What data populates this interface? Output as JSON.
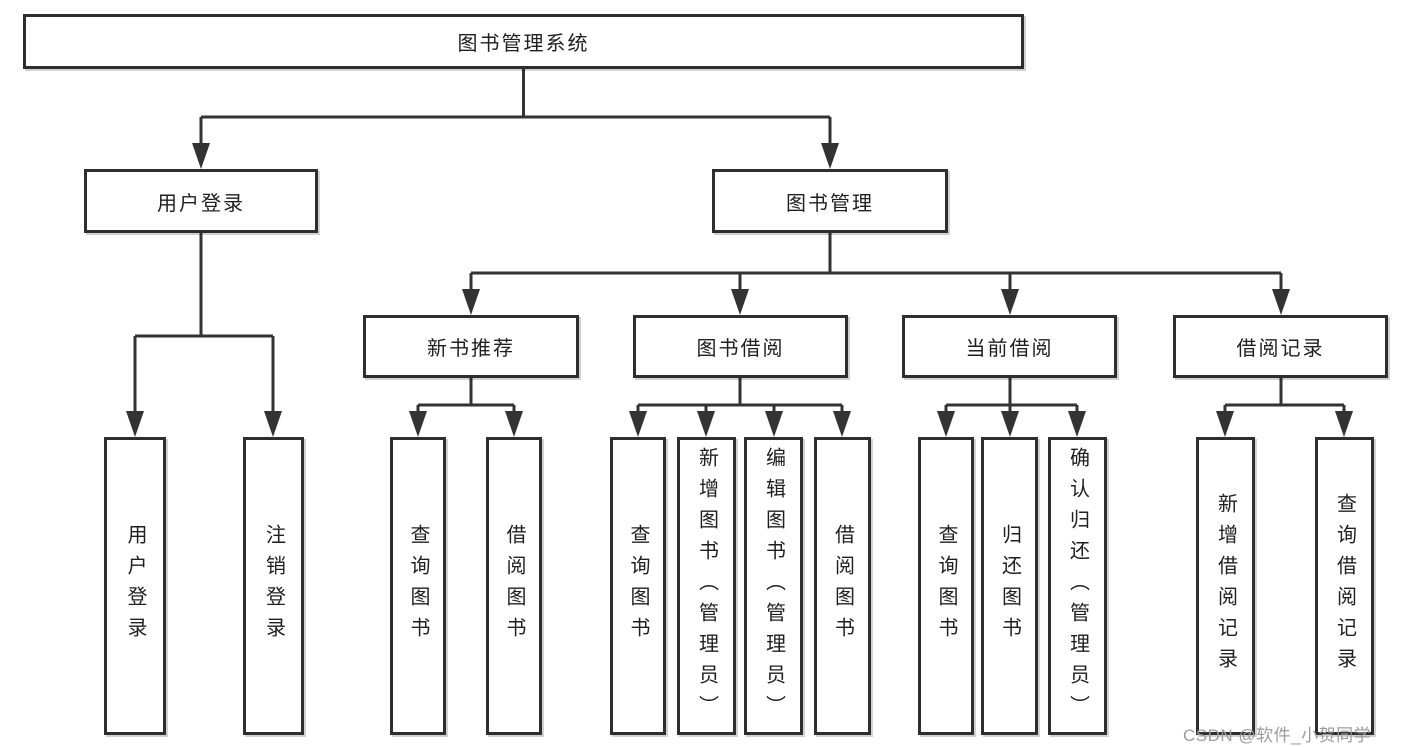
{
  "diagram_title": "图书管理系统",
  "nodes": {
    "root": "图书管理系统",
    "user_login": "用户登录",
    "book_mgmt": "图书管理",
    "new_book": "新书推荐",
    "book_borrow": "图书借阅",
    "current_borrow": "当前借阅",
    "borrow_record": "借阅记录"
  },
  "leaves": [
    "用户登录",
    "注销登录",
    "查询图书",
    "借阅图书",
    "查询图书",
    "新增图书（管理员）",
    "编辑图书（管理员）",
    "借阅图书",
    "查询图书",
    "归还图书",
    "确认归还（管理员）",
    "新增借阅记录",
    "查询借阅记录"
  ],
  "hierarchy": {
    "root": "图书管理系统",
    "children": [
      {
        "label": "用户登录",
        "children": [
          "用户登录",
          "注销登录"
        ]
      },
      {
        "label": "图书管理",
        "children": [
          {
            "label": "新书推荐",
            "children": [
              "查询图书",
              "借阅图书"
            ]
          },
          {
            "label": "图书借阅",
            "children": [
              "查询图书",
              "新增图书（管理员）",
              "编辑图书（管理员）",
              "借阅图书"
            ]
          },
          {
            "label": "当前借阅",
            "children": [
              "查询图书",
              "归还图书",
              "确认归还（管理员）"
            ]
          },
          {
            "label": "借阅记录",
            "children": [
              "新增借阅记录",
              "查询借阅记录"
            ]
          }
        ]
      }
    ]
  },
  "watermark": {
    "text": "CSDN @软件_小贺同学"
  },
  "colors": {
    "line": "#333333",
    "border": "#2e2e2e",
    "text": "#1f1f1f",
    "watermark": "#9c9c9c",
    "background": "#ffffff"
  }
}
